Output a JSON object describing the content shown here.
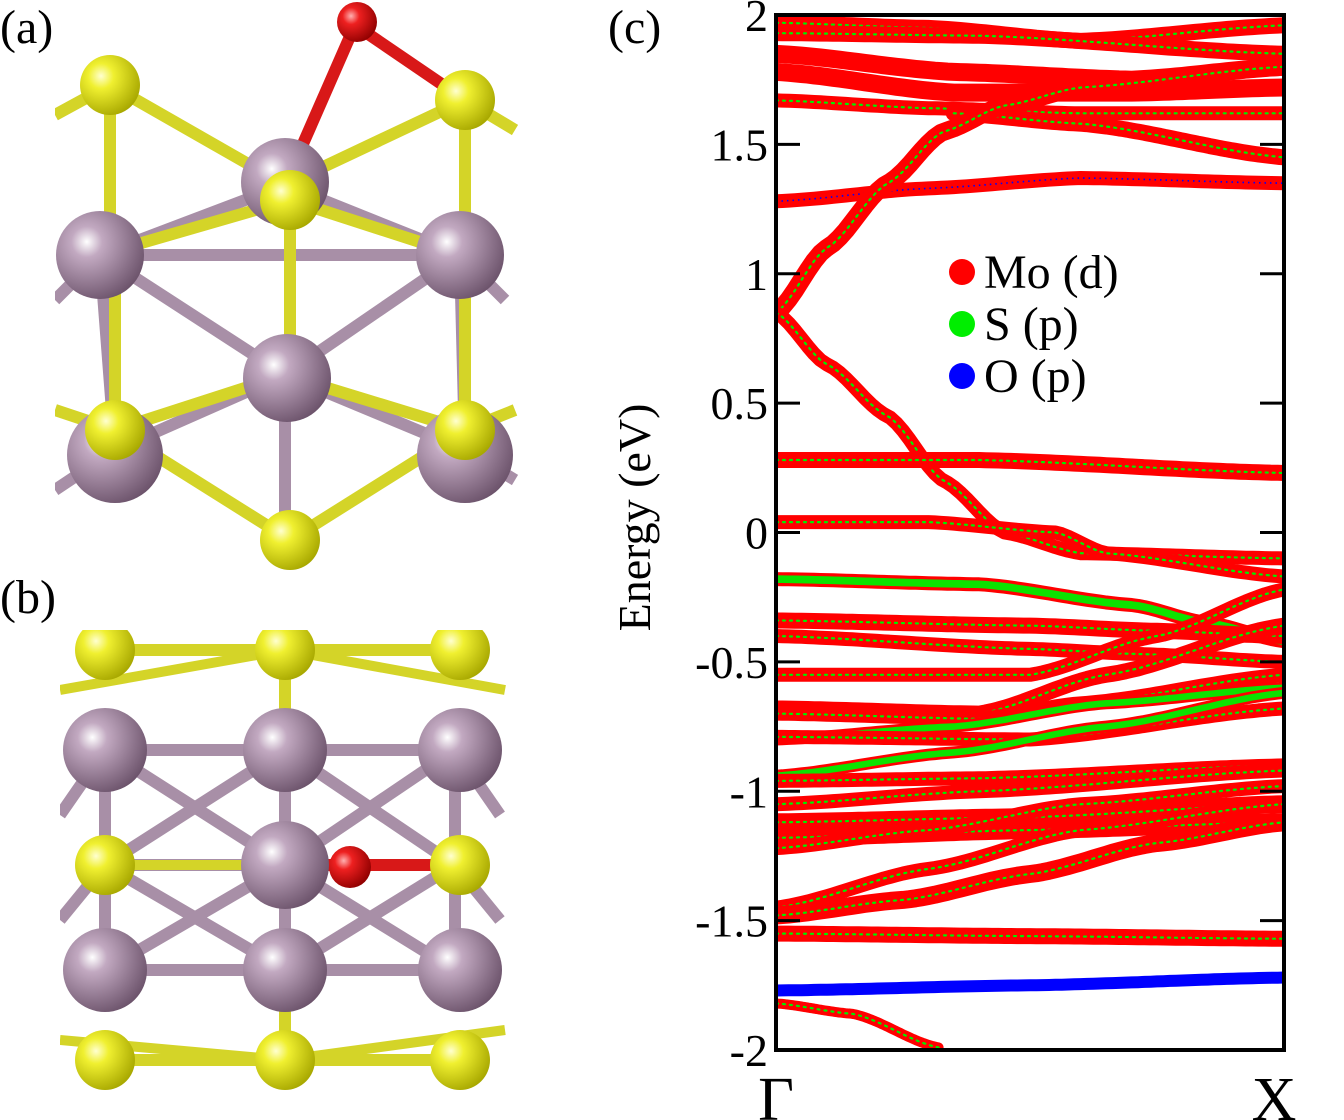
{
  "panels": {
    "a": {
      "label": "(a)"
    },
    "b": {
      "label": "(b)"
    },
    "c": {
      "label": "(c)"
    }
  },
  "colors": {
    "mo": "#9a7f99",
    "mo_light": "#c9b3c8",
    "s": "#e3e32a",
    "o": "#e01010",
    "mo_d": "#ff0000",
    "s_p": "#00ee00",
    "o_p": "#0000ff",
    "frame": "#000000"
  },
  "chart_data": {
    "type": "line",
    "ylabel": "Energy (eV)",
    "x_ticks": [
      "Γ",
      "X"
    ],
    "x": [
      0,
      1
    ],
    "ylim": [
      -2,
      2
    ],
    "y_ticks": [
      "2",
      "1.5",
      "1",
      "0.5",
      "0",
      "-0.5",
      "-1",
      "-1.5",
      "-2"
    ],
    "y_tick_values": [
      2,
      1.5,
      1,
      0.5,
      0,
      -0.5,
      -1,
      -1.5,
      -2
    ],
    "legend": [
      {
        "name": "Mo (d)",
        "color": "#ff0000"
      },
      {
        "name": "S (p)",
        "color": "#00ee00"
      },
      {
        "name": "O (p)",
        "color": "#0000ff"
      }
    ],
    "legend_position": "top-right",
    "bands": [
      {
        "points": [
          [
            0,
            1.97
          ],
          [
            0.3,
            1.95
          ],
          [
            0.6,
            1.9
          ],
          [
            1,
            1.96
          ]
        ],
        "weight": "mo",
        "width": 16,
        "s": true
      },
      {
        "points": [
          [
            0,
            1.93
          ],
          [
            0.4,
            1.92
          ],
          [
            1,
            1.85
          ]
        ],
        "weight": "mo",
        "width": 16,
        "s": true
      },
      {
        "points": [
          [
            0,
            1.85
          ],
          [
            0.35,
            1.78
          ],
          [
            0.7,
            1.75
          ],
          [
            1,
            1.8
          ]
        ],
        "weight": "mo",
        "width": 18,
        "s": false
      },
      {
        "points": [
          [
            0,
            1.78
          ],
          [
            0.35,
            1.7
          ],
          [
            0.7,
            1.7
          ],
          [
            1,
            1.72
          ]
        ],
        "weight": "mo",
        "width": 18,
        "s": false
      },
      {
        "points": [
          [
            0,
            1.67
          ],
          [
            0.3,
            1.64
          ],
          [
            0.6,
            1.62
          ],
          [
            1,
            1.62
          ]
        ],
        "weight": "mo",
        "width": 14,
        "s": true
      },
      {
        "points": [
          [
            0.35,
            1.62
          ],
          [
            0.6,
            1.58
          ],
          [
            1,
            1.45
          ]
        ],
        "weight": "mo",
        "width": 16,
        "s": true
      },
      {
        "points": [
          [
            0,
            1.28
          ],
          [
            0.3,
            1.33
          ],
          [
            0.6,
            1.37
          ],
          [
            1,
            1.35
          ]
        ],
        "weight": "mo",
        "width": 14,
        "s": false,
        "o": true
      },
      {
        "points": [
          [
            0,
            0.85
          ],
          [
            0.1,
            1.1
          ],
          [
            0.22,
            1.35
          ],
          [
            0.33,
            1.55
          ],
          [
            0.45,
            1.65
          ],
          [
            0.6,
            1.72
          ],
          [
            1,
            1.8
          ]
        ],
        "weight": "mo",
        "width": 18,
        "s": true
      },
      {
        "points": [
          [
            0,
            0.85
          ],
          [
            0.1,
            0.65
          ],
          [
            0.22,
            0.45
          ],
          [
            0.33,
            0.2
          ],
          [
            0.45,
            0.0
          ],
          [
            0.6,
            -0.08
          ],
          [
            1,
            -0.1
          ]
        ],
        "weight": "mo",
        "width": 14,
        "s": true
      },
      {
        "points": [
          [
            0,
            0.28
          ],
          [
            0.4,
            0.28
          ],
          [
            1,
            0.23
          ]
        ],
        "weight": "mo",
        "width": 16,
        "s": true
      },
      {
        "points": [
          [
            0,
            0.04
          ],
          [
            0.3,
            0.04
          ],
          [
            0.55,
            0.0
          ],
          [
            0.65,
            -0.08
          ],
          [
            1,
            -0.17
          ]
        ],
        "weight": "mo",
        "width": 14,
        "s": true
      },
      {
        "points": [
          [
            0,
            -0.18
          ],
          [
            0.4,
            -0.2
          ],
          [
            0.7,
            -0.28
          ],
          [
            0.85,
            -0.35
          ],
          [
            1,
            -0.42
          ]
        ],
        "weight": "sp",
        "width": 14,
        "s": true
      },
      {
        "points": [
          [
            0,
            -0.34
          ],
          [
            0.5,
            -0.36
          ],
          [
            0.75,
            -0.38
          ],
          [
            1,
            -0.4
          ]
        ],
        "weight": "mo",
        "width": 16,
        "s": true
      },
      {
        "points": [
          [
            0,
            -0.4
          ],
          [
            0.5,
            -0.45
          ],
          [
            0.72,
            -0.47
          ],
          [
            1,
            -0.5
          ]
        ],
        "weight": "mo",
        "width": 14,
        "s": true
      },
      {
        "points": [
          [
            0,
            -0.55
          ],
          [
            0.5,
            -0.55
          ],
          [
            0.75,
            -0.4
          ],
          [
            1,
            -0.22
          ]
        ],
        "weight": "mo",
        "width": 14,
        "s": true
      },
      {
        "points": [
          [
            0,
            -0.68
          ],
          [
            0.4,
            -0.7
          ],
          [
            0.65,
            -0.55
          ],
          [
            1,
            -0.36
          ]
        ],
        "weight": "mo",
        "width": 16,
        "s": true
      },
      {
        "points": [
          [
            0,
            -0.7
          ],
          [
            0.4,
            -0.72
          ],
          [
            0.6,
            -0.66
          ],
          [
            1,
            -0.55
          ]
        ],
        "weight": "mo",
        "width": 14,
        "s": true
      },
      {
        "points": [
          [
            0,
            -0.8
          ],
          [
            0.35,
            -0.75
          ],
          [
            0.65,
            -0.66
          ],
          [
            1,
            -0.6
          ]
        ],
        "weight": "sp",
        "width": 12,
        "s": true
      },
      {
        "points": [
          [
            0,
            -0.79
          ],
          [
            0.5,
            -0.8
          ],
          [
            1,
            -0.68
          ]
        ],
        "weight": "mo",
        "width": 14,
        "s": true
      },
      {
        "points": [
          [
            0,
            -0.94
          ],
          [
            0.35,
            -0.85
          ],
          [
            0.65,
            -0.75
          ],
          [
            1,
            -0.62
          ]
        ],
        "weight": "sp",
        "width": 12,
        "s": true
      },
      {
        "points": [
          [
            0,
            -0.96
          ],
          [
            0.4,
            -0.95
          ],
          [
            1,
            -0.9
          ]
        ],
        "weight": "mo",
        "width": 14,
        "s": true
      },
      {
        "points": [
          [
            0,
            -1.05
          ],
          [
            0.4,
            -1.0
          ],
          [
            1,
            -0.92
          ]
        ],
        "weight": "mo",
        "width": 14,
        "s": true
      },
      {
        "points": [
          [
            0,
            -1.12
          ],
          [
            0.5,
            -1.1
          ],
          [
            1,
            -1.05
          ]
        ],
        "weight": "mo",
        "width": 18,
        "s": true
      },
      {
        "points": [
          [
            0,
            -1.18
          ],
          [
            0.5,
            -1.15
          ],
          [
            1,
            -1.12
          ]
        ],
        "weight": "mo",
        "width": 18,
        "s": true
      },
      {
        "points": [
          [
            0,
            -1.22
          ],
          [
            0.3,
            -1.15
          ],
          [
            0.6,
            -1.05
          ],
          [
            1,
            -0.98
          ]
        ],
        "weight": "mo",
        "width": 14,
        "s": true
      },
      {
        "points": [
          [
            0,
            -1.45
          ],
          [
            0.3,
            -1.3
          ],
          [
            0.6,
            -1.15
          ],
          [
            1,
            -1.05
          ]
        ],
        "weight": "mo",
        "width": 14,
        "s": true
      },
      {
        "points": [
          [
            0,
            -1.48
          ],
          [
            0.25,
            -1.42
          ],
          [
            0.5,
            -1.32
          ],
          [
            0.75,
            -1.2
          ],
          [
            1,
            -1.12
          ]
        ],
        "weight": "mo",
        "width": 18,
        "s": true
      },
      {
        "points": [
          [
            0,
            -1.55
          ],
          [
            0.5,
            -1.56
          ],
          [
            1,
            -1.57
          ]
        ],
        "weight": "mo",
        "width": 16,
        "s": true
      },
      {
        "points": [
          [
            0,
            -1.77
          ],
          [
            0.5,
            -1.75
          ],
          [
            1,
            -1.72
          ]
        ],
        "weight": "op",
        "width": 12,
        "s": false
      },
      {
        "points": [
          [
            0,
            -1.82
          ],
          [
            0.15,
            -1.86
          ],
          [
            0.32,
            -1.99
          ]
        ],
        "weight": "mo",
        "width": 10,
        "s": true
      }
    ]
  }
}
